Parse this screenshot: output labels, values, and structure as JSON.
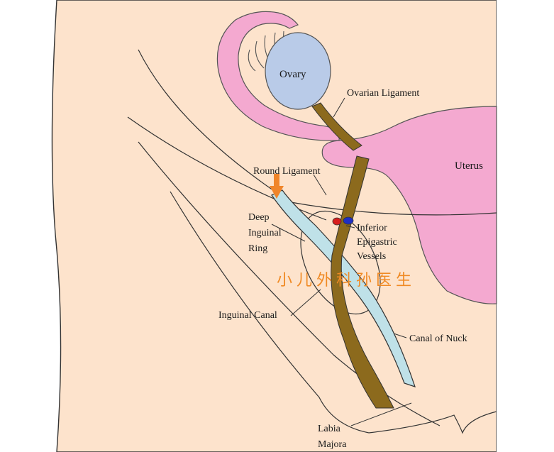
{
  "labels": {
    "ovary": "Ovary",
    "ovarian_ligament": "Ovarian Ligament",
    "uterus": "Uterus",
    "round_ligament": "Round Ligament",
    "deep_inguinal_ring": [
      "Deep",
      "Inguinal",
      "Ring"
    ],
    "inferior_epigastric_vessels": [
      "Inferior",
      "Epigastric",
      "Vessels"
    ],
    "inguinal_canal": "Inguinal Canal",
    "canal_of_nuck": "Canal of Nuck",
    "labia_majora": [
      "Labia",
      "Majora"
    ]
  },
  "watermark": "小儿外科孙医生",
  "colors": {
    "skin": "#fde3cc",
    "uterus": "#f4a9d0",
    "ovary": "#b9cbe8",
    "ligament": "#8c6a1d",
    "canal": "#bfe1e8",
    "arrow": "#f0852a",
    "artery": "#d81e1e",
    "vein": "#1f2fc4",
    "watermark": "#f08a24"
  }
}
